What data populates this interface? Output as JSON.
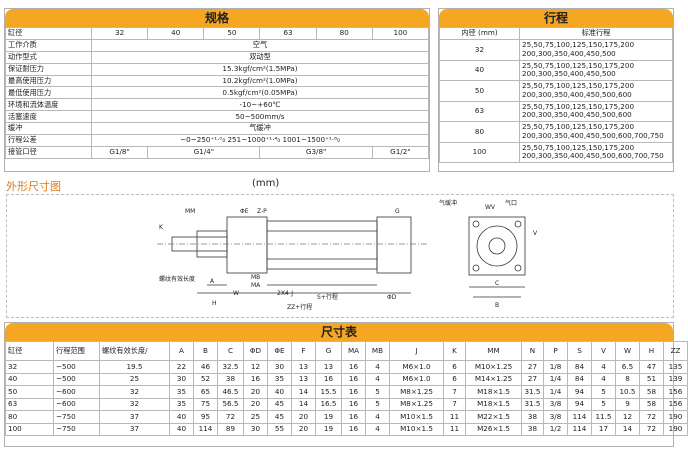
{
  "spec": {
    "title": "规格",
    "bore_label": "缸径",
    "bores": [
      "32",
      "40",
      "50",
      "63",
      "80",
      "100"
    ],
    "rows": [
      {
        "label": "工作介质",
        "value": "空气"
      },
      {
        "label": "动作型式",
        "value": "双动型"
      },
      {
        "label": "保证耐压力",
        "value": "15.3kgf/cm²(1.5MPa)"
      },
      {
        "label": "最高使用压力",
        "value": "10.2kgf/cm²(1.0MPa)"
      },
      {
        "label": "最低使用压力",
        "value": "0.5kgf/cm²(0.05MPa)"
      },
      {
        "label": "环境和流体温度",
        "value": "-10~+60℃"
      },
      {
        "label": "活塞速度",
        "value": "50~500mm/s"
      },
      {
        "label": "缓冲",
        "value": "气缓冲"
      },
      {
        "label": "行程公差",
        "value": "~0~250⁺¹·⁰₀  251~1000⁺¹·⁴₀  1001~1500⁺¹·⁸₀"
      }
    ],
    "port_label": "接管口径",
    "ports": [
      "G1/8\"",
      "G1/4\"",
      "G3/8\"",
      "G1/2\""
    ]
  },
  "stroke": {
    "title": "行程",
    "col1": "内径    (mm)",
    "col2": "标准行程",
    "rows": [
      {
        "bore": "32",
        "line1": "25,50,75,100,125,150,175,200",
        "line2": "200,300,350,400,450,500"
      },
      {
        "bore": "40",
        "line1": "25,50,75,100,125,150,175,200",
        "line2": "200,300,350,400,450,500"
      },
      {
        "bore": "50",
        "line1": "25,50,75,100,125,150,175,200",
        "line2": "200,300,350,400,450,500,600"
      },
      {
        "bore": "63",
        "line1": "25,50,75,100,125,150,175,200",
        "line2": "200,300,350,400,450,500,600"
      },
      {
        "bore": "80",
        "line1": "25,50,75,100,125,150,175,200",
        "line2": "200,300,350,400,450,500,600,700,750"
      },
      {
        "bore": "100",
        "line1": "25,50,75,100,125,150,175,200",
        "line2": "200,300,350,400,450,500,600,700,750"
      }
    ]
  },
  "dimensions": {
    "section_title": "外形尺寸图",
    "unit": "(mm)"
  },
  "drawing": {
    "labels": {
      "mm": "MM",
      "k": "K",
      "h": "H",
      "a": "A",
      "zz": "ZZ+行程",
      "s": "S+行程",
      "g": "G",
      "phi_d": "ΦD",
      "phi_e": "ΦE",
      "z_p": "Z-P",
      "mb": "MB",
      "ma": "MA",
      "w": "W",
      "j": "2X4-J",
      "thread": "螺纹有效长度",
      "cushion": "气缓冲",
      "port": "气口",
      "wv": "WV",
      "b": "B",
      "c": "C",
      "v": "V"
    }
  },
  "dim_table": {
    "title": "尺寸表",
    "headers": [
      "缸径",
      "行程范围",
      "螺纹有效长度/",
      "A",
      "B",
      "C",
      "ΦD",
      "ΦE",
      "F",
      "G",
      "MA",
      "MB",
      "J",
      "K",
      "MM",
      "N",
      "P",
      "S",
      "V",
      "W",
      "H",
      "ZZ"
    ],
    "rows": [
      [
        "32",
        "~500",
        "19.5",
        "22",
        "46",
        "32.5",
        "12",
        "30",
        "13",
        "13",
        "16",
        "4",
        "M6×1.0",
        "6",
        "M10×1.25",
        "27",
        "1/8",
        "84",
        "4",
        "6.5",
        "47",
        "135"
      ],
      [
        "40",
        "~500",
        "25",
        "30",
        "52",
        "38",
        "16",
        "35",
        "13",
        "16",
        "16",
        "4",
        "M6×1.0",
        "6",
        "M14×1.25",
        "27",
        "1/4",
        "84",
        "4",
        "8",
        "51",
        "139"
      ],
      [
        "50",
        "~600",
        "32",
        "35",
        "65",
        "46.5",
        "20",
        "40",
        "14",
        "15.5",
        "16",
        "5",
        "M8×1.25",
        "7",
        "M18×1.5",
        "31.5",
        "1/4",
        "94",
        "5",
        "10.5",
        "58",
        "156"
      ],
      [
        "63",
        "~600",
        "32",
        "35",
        "75",
        "56.5",
        "20",
        "45",
        "14",
        "16.5",
        "16",
        "5",
        "M8×1.25",
        "7",
        "M18×1.5",
        "31.5",
        "3/8",
        "94",
        "5",
        "9",
        "58",
        "156"
      ],
      [
        "80",
        "~750",
        "37",
        "40",
        "95",
        "72",
        "25",
        "45",
        "20",
        "19",
        "16",
        "4",
        "M10×1.5",
        "11",
        "M22×1.5",
        "38",
        "3/8",
        "114",
        "11.5",
        "12",
        "72",
        "190"
      ],
      [
        "100",
        "~750",
        "37",
        "40",
        "114",
        "89",
        "30",
        "55",
        "20",
        "19",
        "16",
        "4",
        "M10×1.5",
        "11",
        "M26×1.5",
        "38",
        "1/2",
        "114",
        "17",
        "14",
        "72",
        "190"
      ]
    ]
  },
  "colors": {
    "accent": "#f5a623",
    "border": "#b8b8b8",
    "title_orange": "#e0781b"
  }
}
